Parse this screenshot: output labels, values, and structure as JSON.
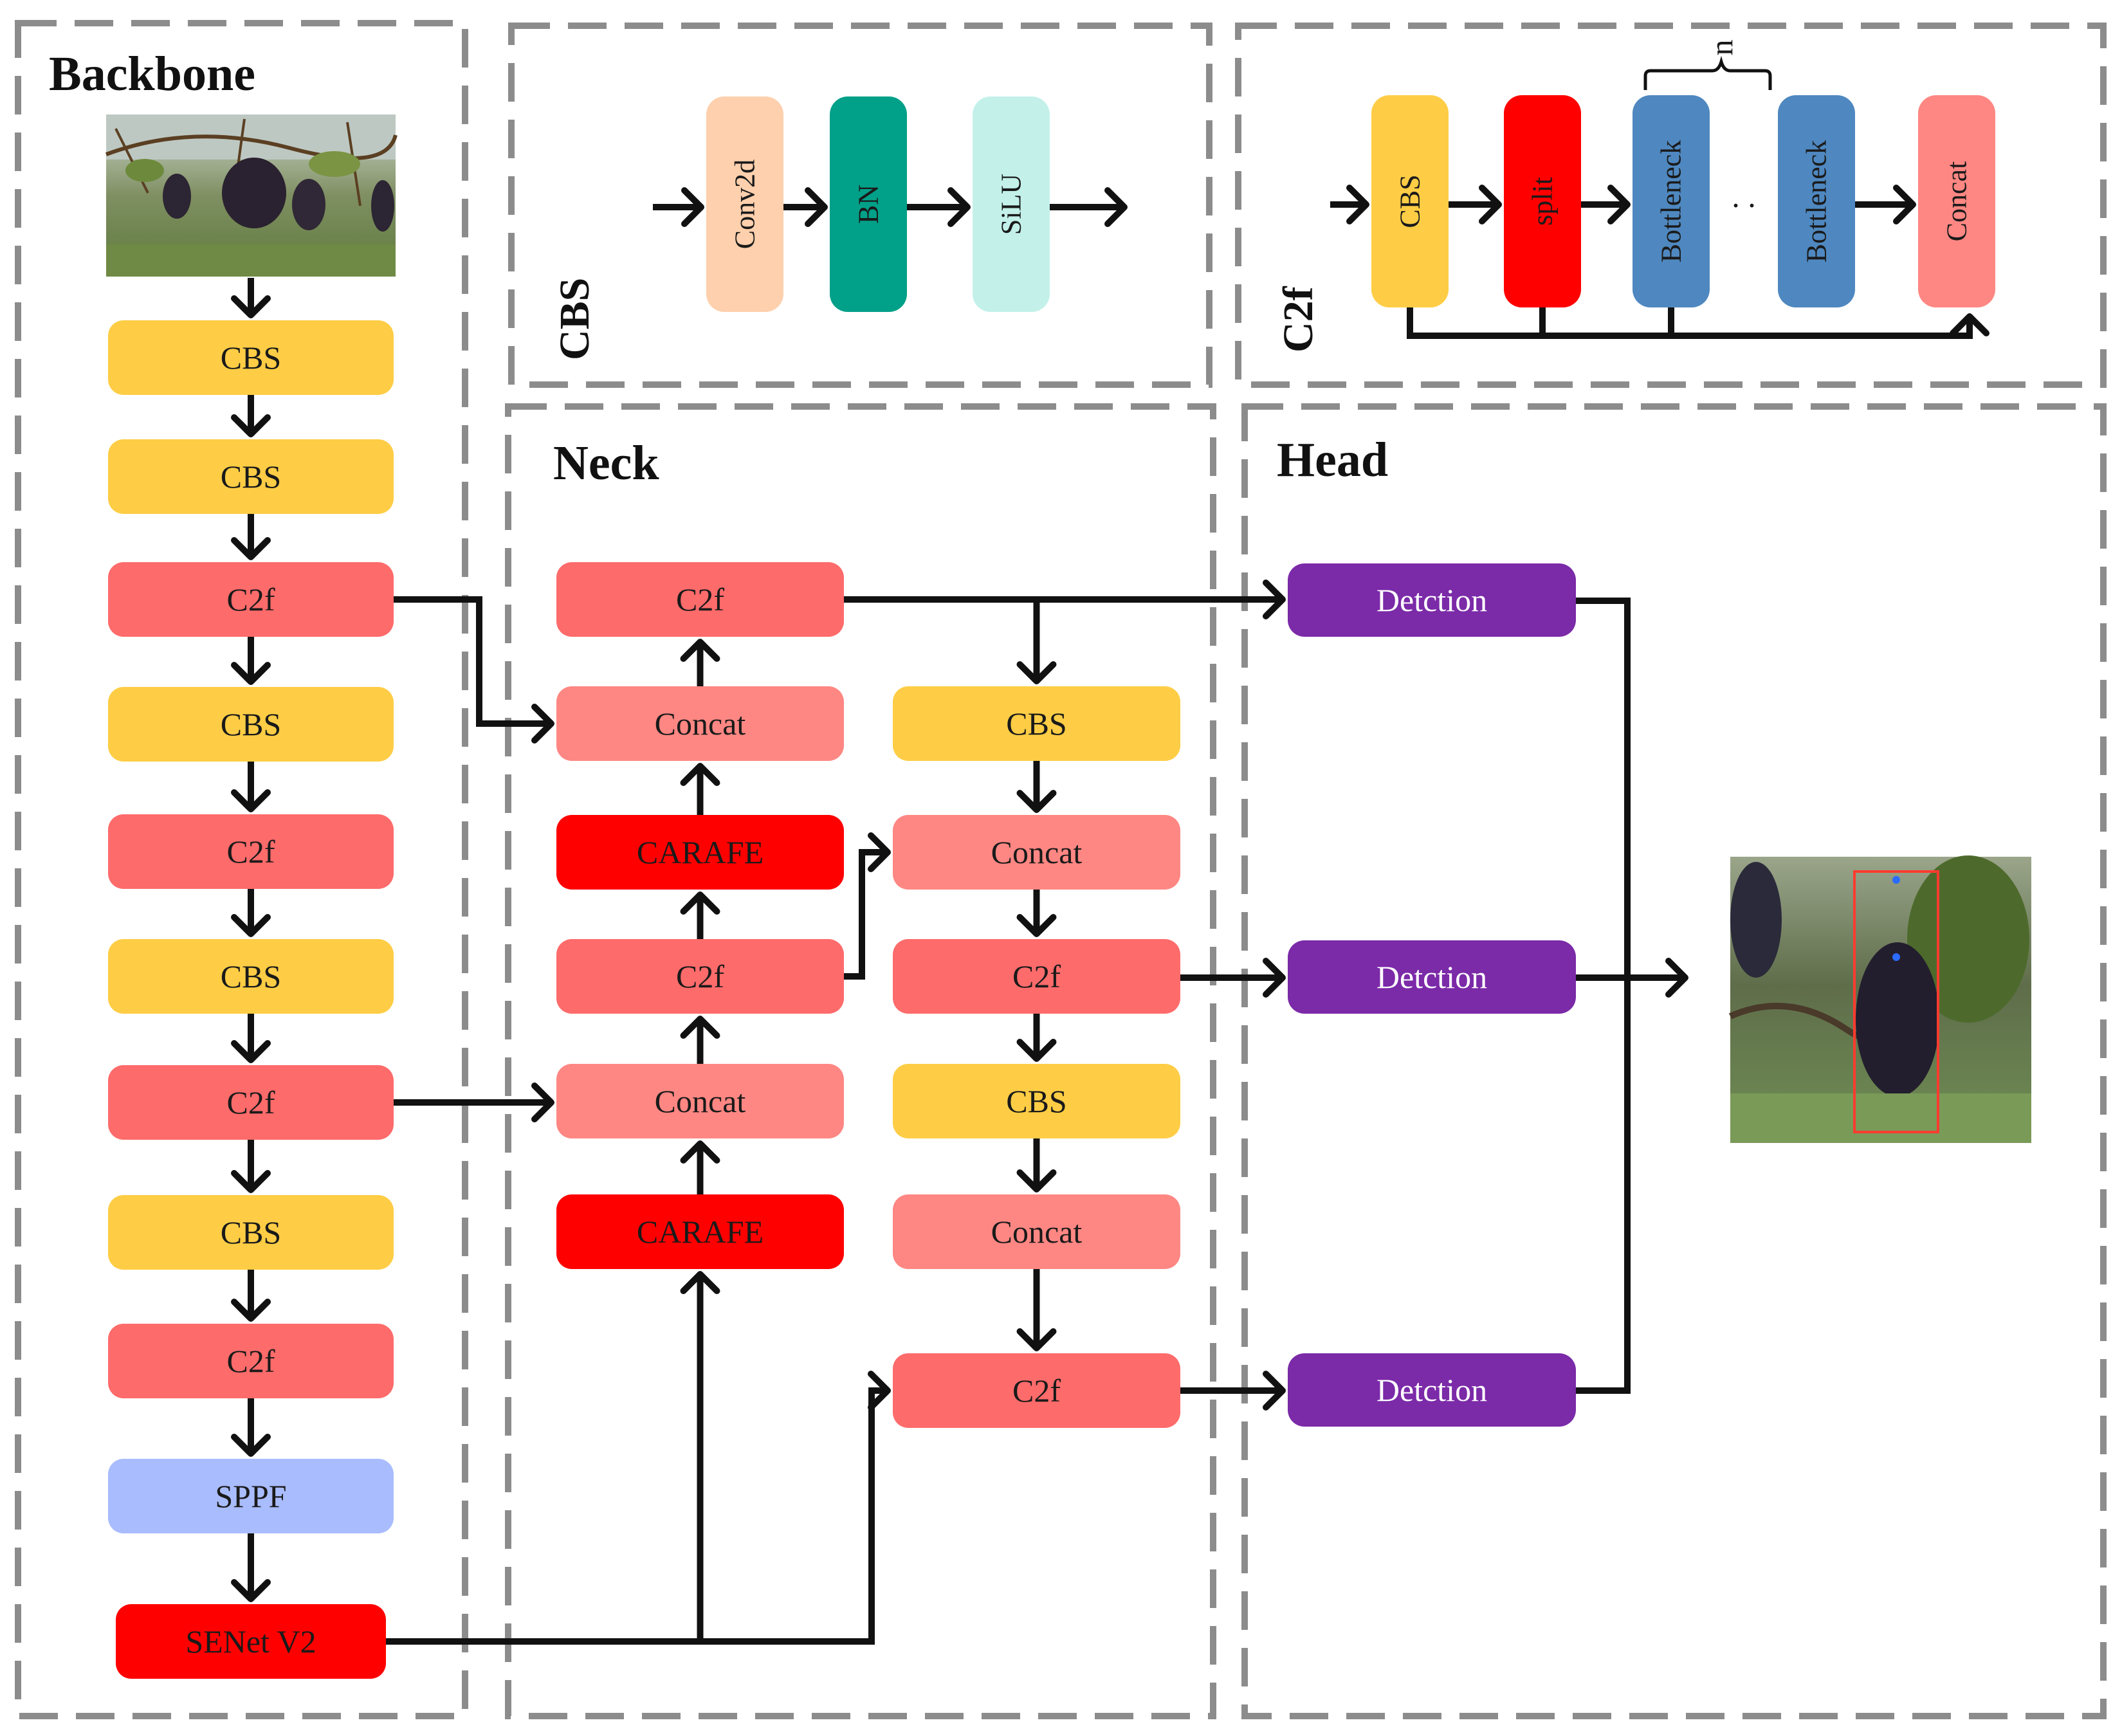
{
  "sections": {
    "backbone": "Backbone",
    "neck": "Neck",
    "head": "Head",
    "cbs_detail": "CBS",
    "c2f_detail": "C2f"
  },
  "backbone": {
    "nodes": [
      "CBS",
      "CBS",
      "C2f",
      "CBS",
      "C2f",
      "CBS",
      "C2f",
      "CBS",
      "C2f",
      "SPPF",
      "SENet V2"
    ]
  },
  "neck": {
    "left": [
      "C2f",
      "Concat",
      "CARAFE",
      "C2f",
      "Concat",
      "CARAFE"
    ],
    "right": [
      "CBS",
      "Concat",
      "C2f",
      "CBS",
      "Concat",
      "C2f"
    ]
  },
  "head": {
    "nodes": [
      "Detction",
      "Detction",
      "Detction"
    ]
  },
  "cbs_module": [
    "Conv2d",
    "BN",
    "SiLU"
  ],
  "c2f_module": [
    "CBS",
    "split",
    "Bottleneck",
    "Bottleneck",
    "Concat"
  ],
  "c2f_repeat_label": "n",
  "ellipsis": ". .",
  "colors": {
    "cbs": "#fecd45",
    "c2f": "#fe6b6b",
    "concat": "#fe8783",
    "carafe": "#fe0000",
    "sppf": "#a9bcfd",
    "senet": "#fe0000",
    "detection": "#7b2aa8",
    "conv2d": "#fed0ad",
    "bn": "#01a088",
    "silu": "#c3f1ea",
    "split": "#fe0000",
    "bottleneck": "#4f88c0",
    "section_border": "#8c8c8c"
  }
}
